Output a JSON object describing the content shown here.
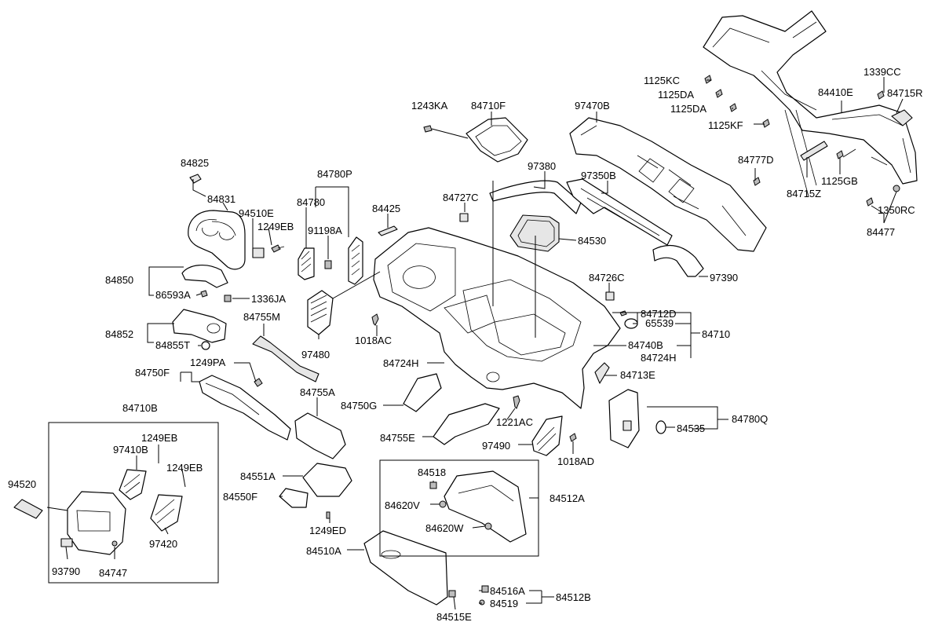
{
  "labels": {
    "p84825": "84825",
    "p84831": "84831",
    "p94510E": "94510E",
    "p1249EB_a": "1249EB",
    "p91198A": "91198A",
    "p84780": "84780",
    "p84780P": "84780P",
    "p84425": "84425",
    "p1243KA": "1243KA",
    "p84710F": "84710F",
    "p97380": "97380",
    "p97470B": "97470B",
    "p97350B": "97350B",
    "p84727C": "84727C",
    "p84530": "84530",
    "p97390": "97390",
    "p84726C": "84726C",
    "p84850": "84850",
    "p86593A": "86593A",
    "p1336JA": "1336JA",
    "p84852": "84852",
    "p84855T": "84855T",
    "p84755M": "84755M",
    "p97480": "97480",
    "p1018AC": "1018AC",
    "p84712D": "84712D",
    "p65539": "65539",
    "p84710": "84710",
    "p84740B": "84740B",
    "p84724H_a": "84724H",
    "p84724H_b": "84724H",
    "p84713E": "84713E",
    "p84750F": "84750F",
    "p1249PA": "1249PA",
    "p84755A": "84755A",
    "p84750G": "84750G",
    "p84755E": "84755E",
    "p1221AC": "1221AC",
    "p97490": "97490",
    "p1018AD": "1018AD",
    "p84535": "84535",
    "p84780Q": "84780Q",
    "p84710B": "84710B",
    "p1249EB_b": "1249EB",
    "p97410B": "97410B",
    "p1249EB_c": "1249EB",
    "p94520": "94520",
    "p97420": "97420",
    "p93790": "93790",
    "p84747": "84747",
    "p84551A": "84551A",
    "p84550F": "84550F",
    "p1249ED": "1249ED",
    "p84518": "84518",
    "p84620V": "84620V",
    "p84620W": "84620W",
    "p84512A": "84512A",
    "p84510A": "84510A",
    "p84516A": "84516A",
    "p84519": "84519",
    "p84512B": "84512B",
    "p84515E": "84515E",
    "p1125KC": "1125KC",
    "p1125DA_a": "1125DA",
    "p1125DA_b": "1125DA",
    "p1125KF": "1125KF",
    "p84410E": "84410E",
    "p1339CC": "1339CC",
    "p84715R": "84715R",
    "p84777D": "84777D",
    "p84715Z": "84715Z",
    "p1125GB": "1125GB",
    "p1350RC": "1350RC",
    "p84477": "84477"
  }
}
